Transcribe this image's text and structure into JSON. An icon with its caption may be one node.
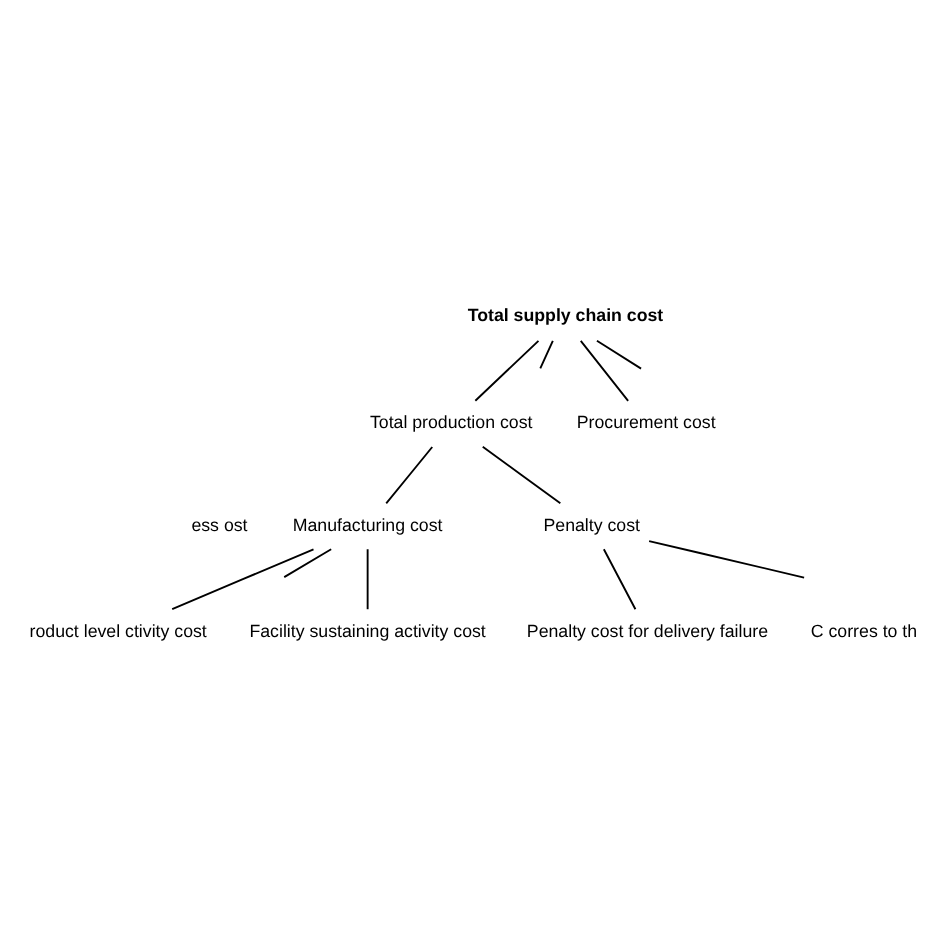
{
  "diagram": {
    "nodes": [
      {
        "text": [
          "Total supply chain cost"
        ]
      },
      {
        "text": [
          "Total production cost"
        ]
      },
      {
        "text": [
          "Procurement cost"
        ]
      },
      {
        "text": [
          "ess ost"
        ]
      },
      {
        "text": [
          "Manufacturing cost"
        ]
      },
      {
        "text": [
          "Penalty cost"
        ]
      },
      {
        "text": [
          "roduct level ctivity cost"
        ]
      },
      {
        "text": [
          "Facility sustaining activity cost"
        ]
      },
      {
        "text": [
          "Penalty cost for delivery failure"
        ]
      },
      {
        "text": [
          "C corres to th"
        ]
      }
    ],
    "edges": [
      {
        "from": 0,
        "to": null,
        "arrow": "none"
      },
      {
        "from": 0,
        "to": 1,
        "arrow": "none"
      },
      {
        "from": 0,
        "to": 2,
        "arrow": "none"
      },
      {
        "from": 0,
        "to": null,
        "arrow": "none"
      },
      {
        "from": 1,
        "to": 4,
        "arrow": "none"
      },
      {
        "from": 1,
        "to": 5,
        "arrow": "none"
      },
      {
        "from": 4,
        "to": null,
        "arrow": "none"
      },
      {
        "from": 4,
        "to": 6,
        "arrow": "none"
      },
      {
        "from": 4,
        "to": 7,
        "arrow": "none"
      },
      {
        "from": 5,
        "to": 8,
        "arrow": "none"
      },
      {
        "from": 5,
        "to": null,
        "arrow": "none"
      }
    ]
  }
}
